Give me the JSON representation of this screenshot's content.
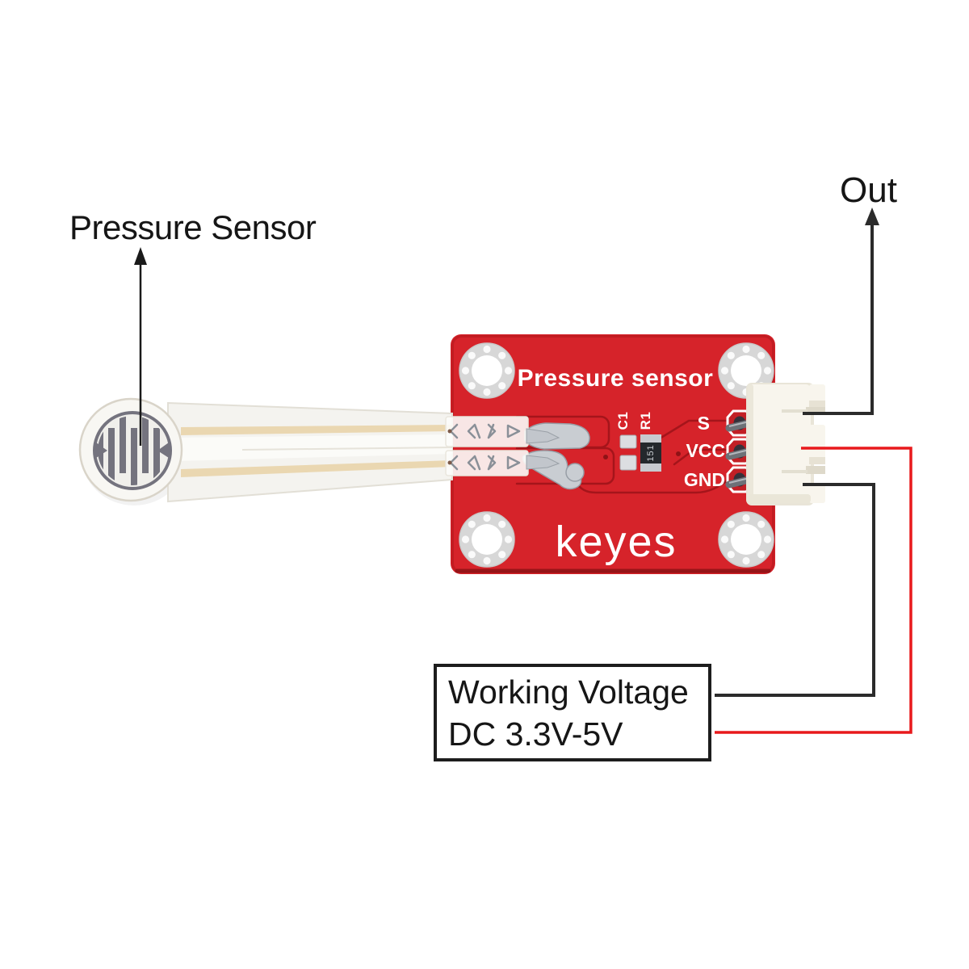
{
  "annotations": {
    "sensor_label": "Pressure Sensor",
    "out_label": "Out",
    "info_box": {
      "line1": "Working Voltage",
      "line2": "DC 3.3V-5V"
    }
  },
  "board": {
    "title": "Pressure sensor",
    "brand": "keyes",
    "pins": [
      {
        "name": "S"
      },
      {
        "name": "VCC"
      },
      {
        "name": "GND"
      }
    ],
    "components": [
      {
        "ref": "C1"
      },
      {
        "ref": "R1",
        "marking": "151"
      }
    ]
  },
  "icons": {
    "sensor_arrow": "arrow-up",
    "out_arrow": "arrow-up"
  },
  "colors": {
    "background": "#ffffff",
    "board_red": "#d6232a",
    "board_trace_red": "#a5151b",
    "silkscreen_white": "#ffffff",
    "wire_black": "#2b2b2b",
    "wire_red": "#e8191c",
    "connector_white": "#f8f5ed",
    "electrode_gray": "#74737e",
    "ribbon_tan": "#ead7b1",
    "solder_silver": "#c9cdd2"
  }
}
